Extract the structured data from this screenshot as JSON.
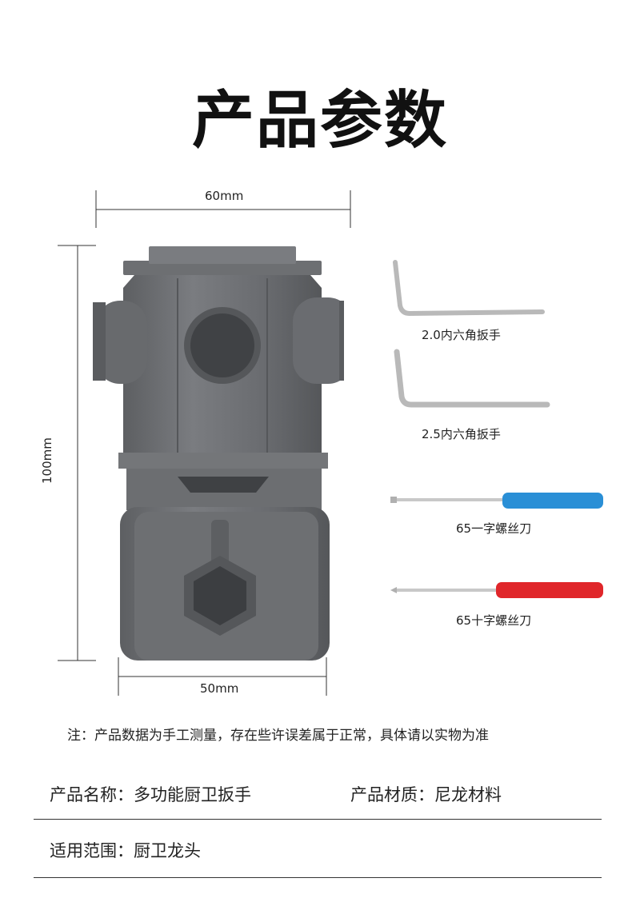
{
  "title": "产品参数",
  "dimensions": {
    "top_width": "60mm",
    "height": "100mm",
    "bottom_width": "50mm"
  },
  "tools": [
    {
      "label": "2.0内六角扳手",
      "icon": "hex-key-icon"
    },
    {
      "label": "2.5内六角扳手",
      "icon": "hex-key-icon"
    },
    {
      "label": "65一字螺丝刀",
      "icon": "flat-screwdriver-icon",
      "handle_color": "#2a8fd6"
    },
    {
      "label": "65十字螺丝刀",
      "icon": "phillips-screwdriver-icon",
      "handle_color": "#e0262a"
    }
  ],
  "note": "注：产品数据为手工测量，存在些许误差属于正常，具体请以实物为准",
  "specs": {
    "name": "产品名称：多功能厨卫扳手",
    "material": "产品材质：尼龙材料",
    "usage": "适用范围：厨卫龙头"
  },
  "colors": {
    "product": "#6e7073",
    "product_dark": "#4f5154",
    "steel": "#c9c9c9"
  }
}
